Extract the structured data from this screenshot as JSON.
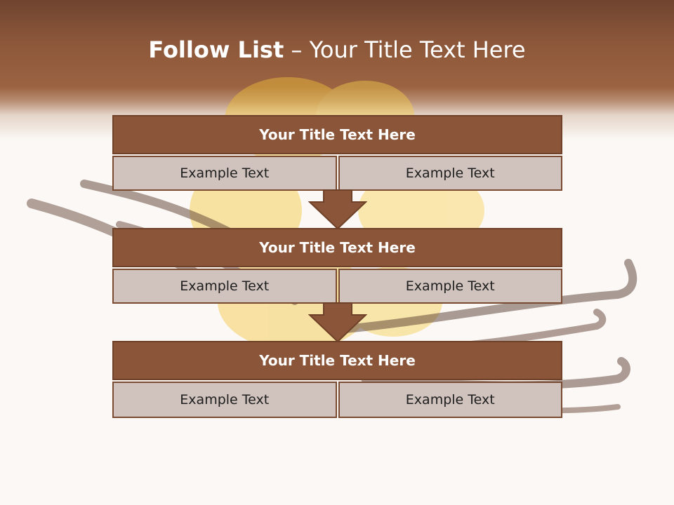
{
  "slide": {
    "title_bold": "Follow List",
    "title_rest": " – Your Title Text Here"
  },
  "blocks": [
    {
      "title": "Your Title Text Here",
      "left": "Example Text",
      "right": "Example Text"
    },
    {
      "title": "Your Title Text Here",
      "left": "Example Text",
      "right": "Example Text"
    },
    {
      "title": "Your Title Text Here",
      "left": "Example Text",
      "right": "Example Text"
    }
  ],
  "colors": {
    "header": "#8c573a",
    "block_title": "#8a5538",
    "cell": "#d0c3bd",
    "arrow": "#8a5538"
  }
}
